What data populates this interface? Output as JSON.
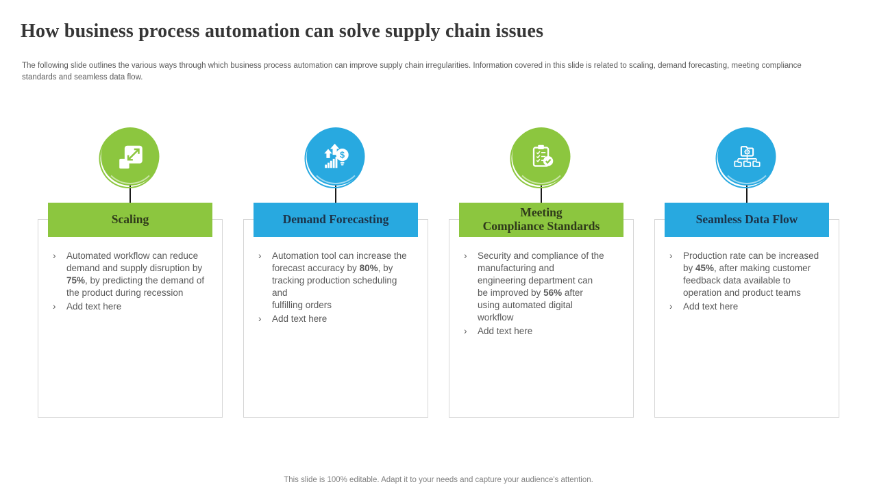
{
  "slide": {
    "title": "How business process automation can solve supply chain issues",
    "subtitle": "The following slide outlines the various ways through which business process automation can improve supply chain irregularities. Information covered in this slide is related to scaling, demand forecasting, meeting compliance\nstandards and seamless data flow.",
    "footer": "This slide is 100% editable. Adapt it to your needs and capture your audience's attention.",
    "bullet_char": "›"
  },
  "colors": {
    "green": "#8CC63F",
    "blue": "#28A9E0"
  },
  "columns": [
    {
      "title": "Scaling",
      "theme": "green",
      "icon": "scale-expand-icon",
      "bullets": [
        "Automated workflow can reduce\ndemand and supply disruption by\n**75%**, by predicting the demand of\nthe product during recession",
        "Add text here"
      ]
    },
    {
      "title": "Demand Forecasting",
      "theme": "blue",
      "icon": "growth-arrows-bulb-icon",
      "bullets": [
        "Automation tool can increase the\nforecast accuracy by **80%**, by\ntracking production scheduling\nand\nfulfilling orders",
        "Add text here"
      ]
    },
    {
      "title": "Meeting\nCompliance Standards",
      "theme": "green",
      "icon": "clipboard-check-icon",
      "bullets": [
        "Security and compliance of the\nmanufacturing and\nengineering department can\nbe improved by **56%** after\nusing automated digital\nworkflow",
        "Add text here"
      ]
    },
    {
      "title": "Seamless Data Flow",
      "theme": "blue",
      "icon": "folder-network-icon",
      "bullets": [
        "Production rate can be increased\nby **45%**, after making customer\nfeedback data available to\noperation and product teams",
        "Add text here"
      ]
    }
  ]
}
